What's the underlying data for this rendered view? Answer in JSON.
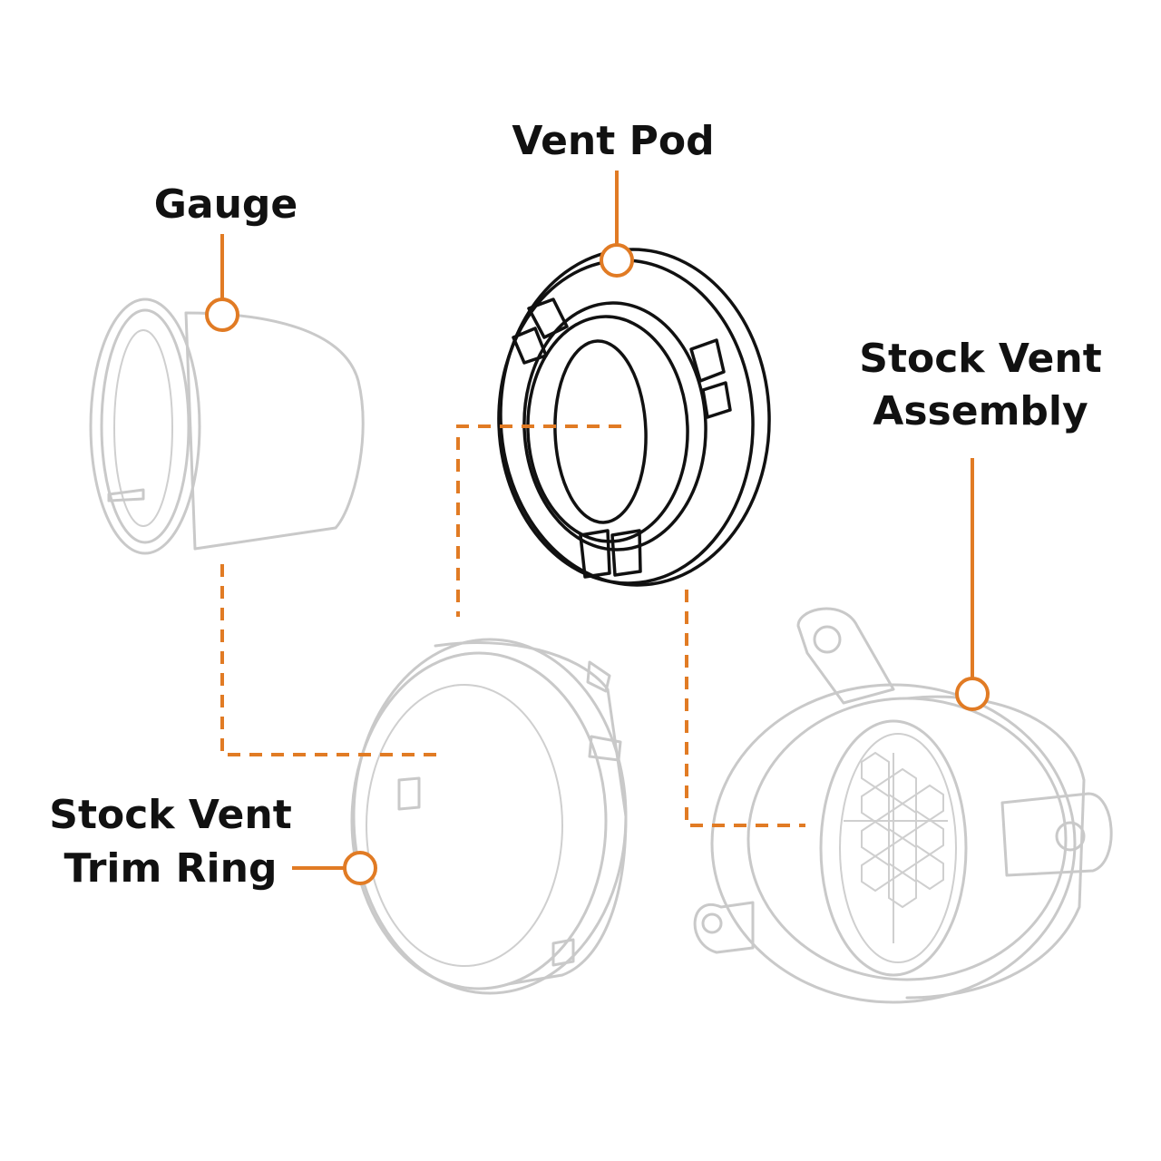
{
  "labels": {
    "vent_pod": "Vent Pod",
    "gauge": "Gauge",
    "stock_vent_assembly_line1": "Stock Vent",
    "stock_vent_assembly_line2": "Assembly",
    "stock_vent_trim_ring_line1": "Stock Vent",
    "stock_vent_trim_ring_line2": "Trim Ring"
  },
  "colors": {
    "accent": "#e17b24",
    "highlight_part": "#111111",
    "faded_part": "#c9c9c9",
    "text": "#111111"
  }
}
